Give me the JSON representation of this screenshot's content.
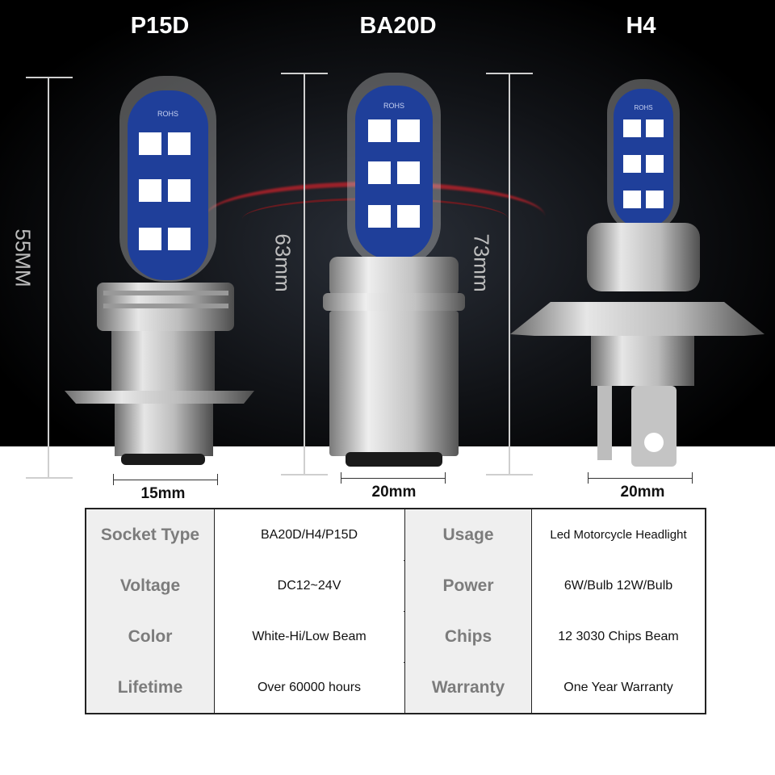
{
  "bulbs": [
    {
      "name": "P15D",
      "height": "55MM",
      "width": "15mm"
    },
    {
      "name": "BA20D",
      "height": "63mm",
      "width": "20mm"
    },
    {
      "name": "H4",
      "height": "73mm",
      "width": "20mm"
    }
  ],
  "chip_marking": "ROHS",
  "specs": [
    {
      "key1": "Socket Type",
      "val1": "BA20D/H4/P15D",
      "key2": "Usage",
      "val2": "Led Motorcycle Headlight"
    },
    {
      "key1": "Voltage",
      "val1": "DC12~24V",
      "key2": "Power",
      "val2": "6W/Bulb 12W/Bulb"
    },
    {
      "key1": "Color",
      "val1": "White-Hi/Low Beam",
      "key2": "Chips",
      "val2": "12 3030 Chips Beam"
    },
    {
      "key1": "Lifetime",
      "val1": "Over 60000 hours",
      "key2": "Warranty",
      "val2": "One Year Warranty"
    }
  ],
  "colors": {
    "led_board": "#1f3f9a",
    "background_dark": "#0c0d10",
    "accent_red": "#c3212a"
  }
}
